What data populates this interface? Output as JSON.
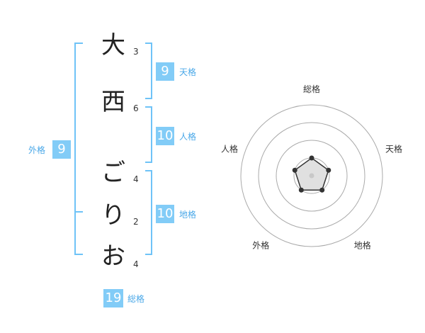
{
  "name": {
    "characters": [
      {
        "char": "大",
        "strokes": "3"
      },
      {
        "char": "西",
        "strokes": "6"
      },
      {
        "char": "ご",
        "strokes": "4"
      },
      {
        "char": "り",
        "strokes": "2"
      },
      {
        "char": "お",
        "strokes": "4"
      }
    ]
  },
  "kaku": {
    "tenkaku": {
      "label": "天格",
      "value": "9"
    },
    "jinkaku": {
      "label": "人格",
      "value": "10"
    },
    "chikaku": {
      "label": "地格",
      "value": "10"
    },
    "gaikaku": {
      "label": "外格",
      "value": "9"
    },
    "soukaku": {
      "label": "総格",
      "value": "19"
    }
  },
  "radar": {
    "axes": [
      "総格",
      "天格",
      "地格",
      "外格",
      "人格"
    ],
    "levels": 4,
    "max": 4,
    "values": [
      1,
      1,
      1,
      1,
      1
    ],
    "line_color": "#333333",
    "fill_color": "#e0e0e0",
    "ring_color": "#aaaaaa"
  },
  "colors": {
    "accent": "#82ccf7",
    "bracket": "#6fc3f7",
    "label": "#4aa8e8"
  }
}
